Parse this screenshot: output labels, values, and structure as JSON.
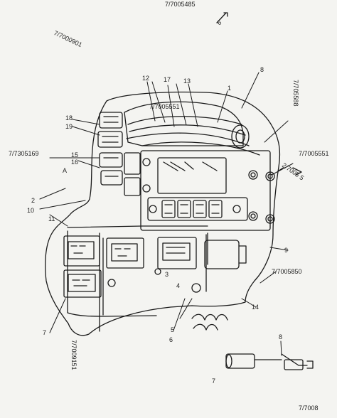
{
  "callouts": {
    "top_center": "7/7005485",
    "top_right": "6",
    "top_left": "7/7000901",
    "n12": "12",
    "n17": "17",
    "n13": "13",
    "n1": "1",
    "n8": "8",
    "right_ref": "7/705588",
    "upper_ref": "7/7005551",
    "n18": "18",
    "n19": "19",
    "left_ref": "7/7305169",
    "n15": "15",
    "n16": "16",
    "nA": "A",
    "n2": "2",
    "n10": "10",
    "n11": "11",
    "right_lower_ref": "7/7005551",
    "right_side": "2/7005 5",
    "n9": "9",
    "mid_right_ref": "7/7005850",
    "n14": "14",
    "n3": "3",
    "n4": "4",
    "n5": "5",
    "n6": "6",
    "n7": "7",
    "bottom_left_ref": "7/7009151",
    "bottom_ref_a": "7",
    "bottom_ref_b": "8",
    "bottom_corner": "7/7008"
  }
}
